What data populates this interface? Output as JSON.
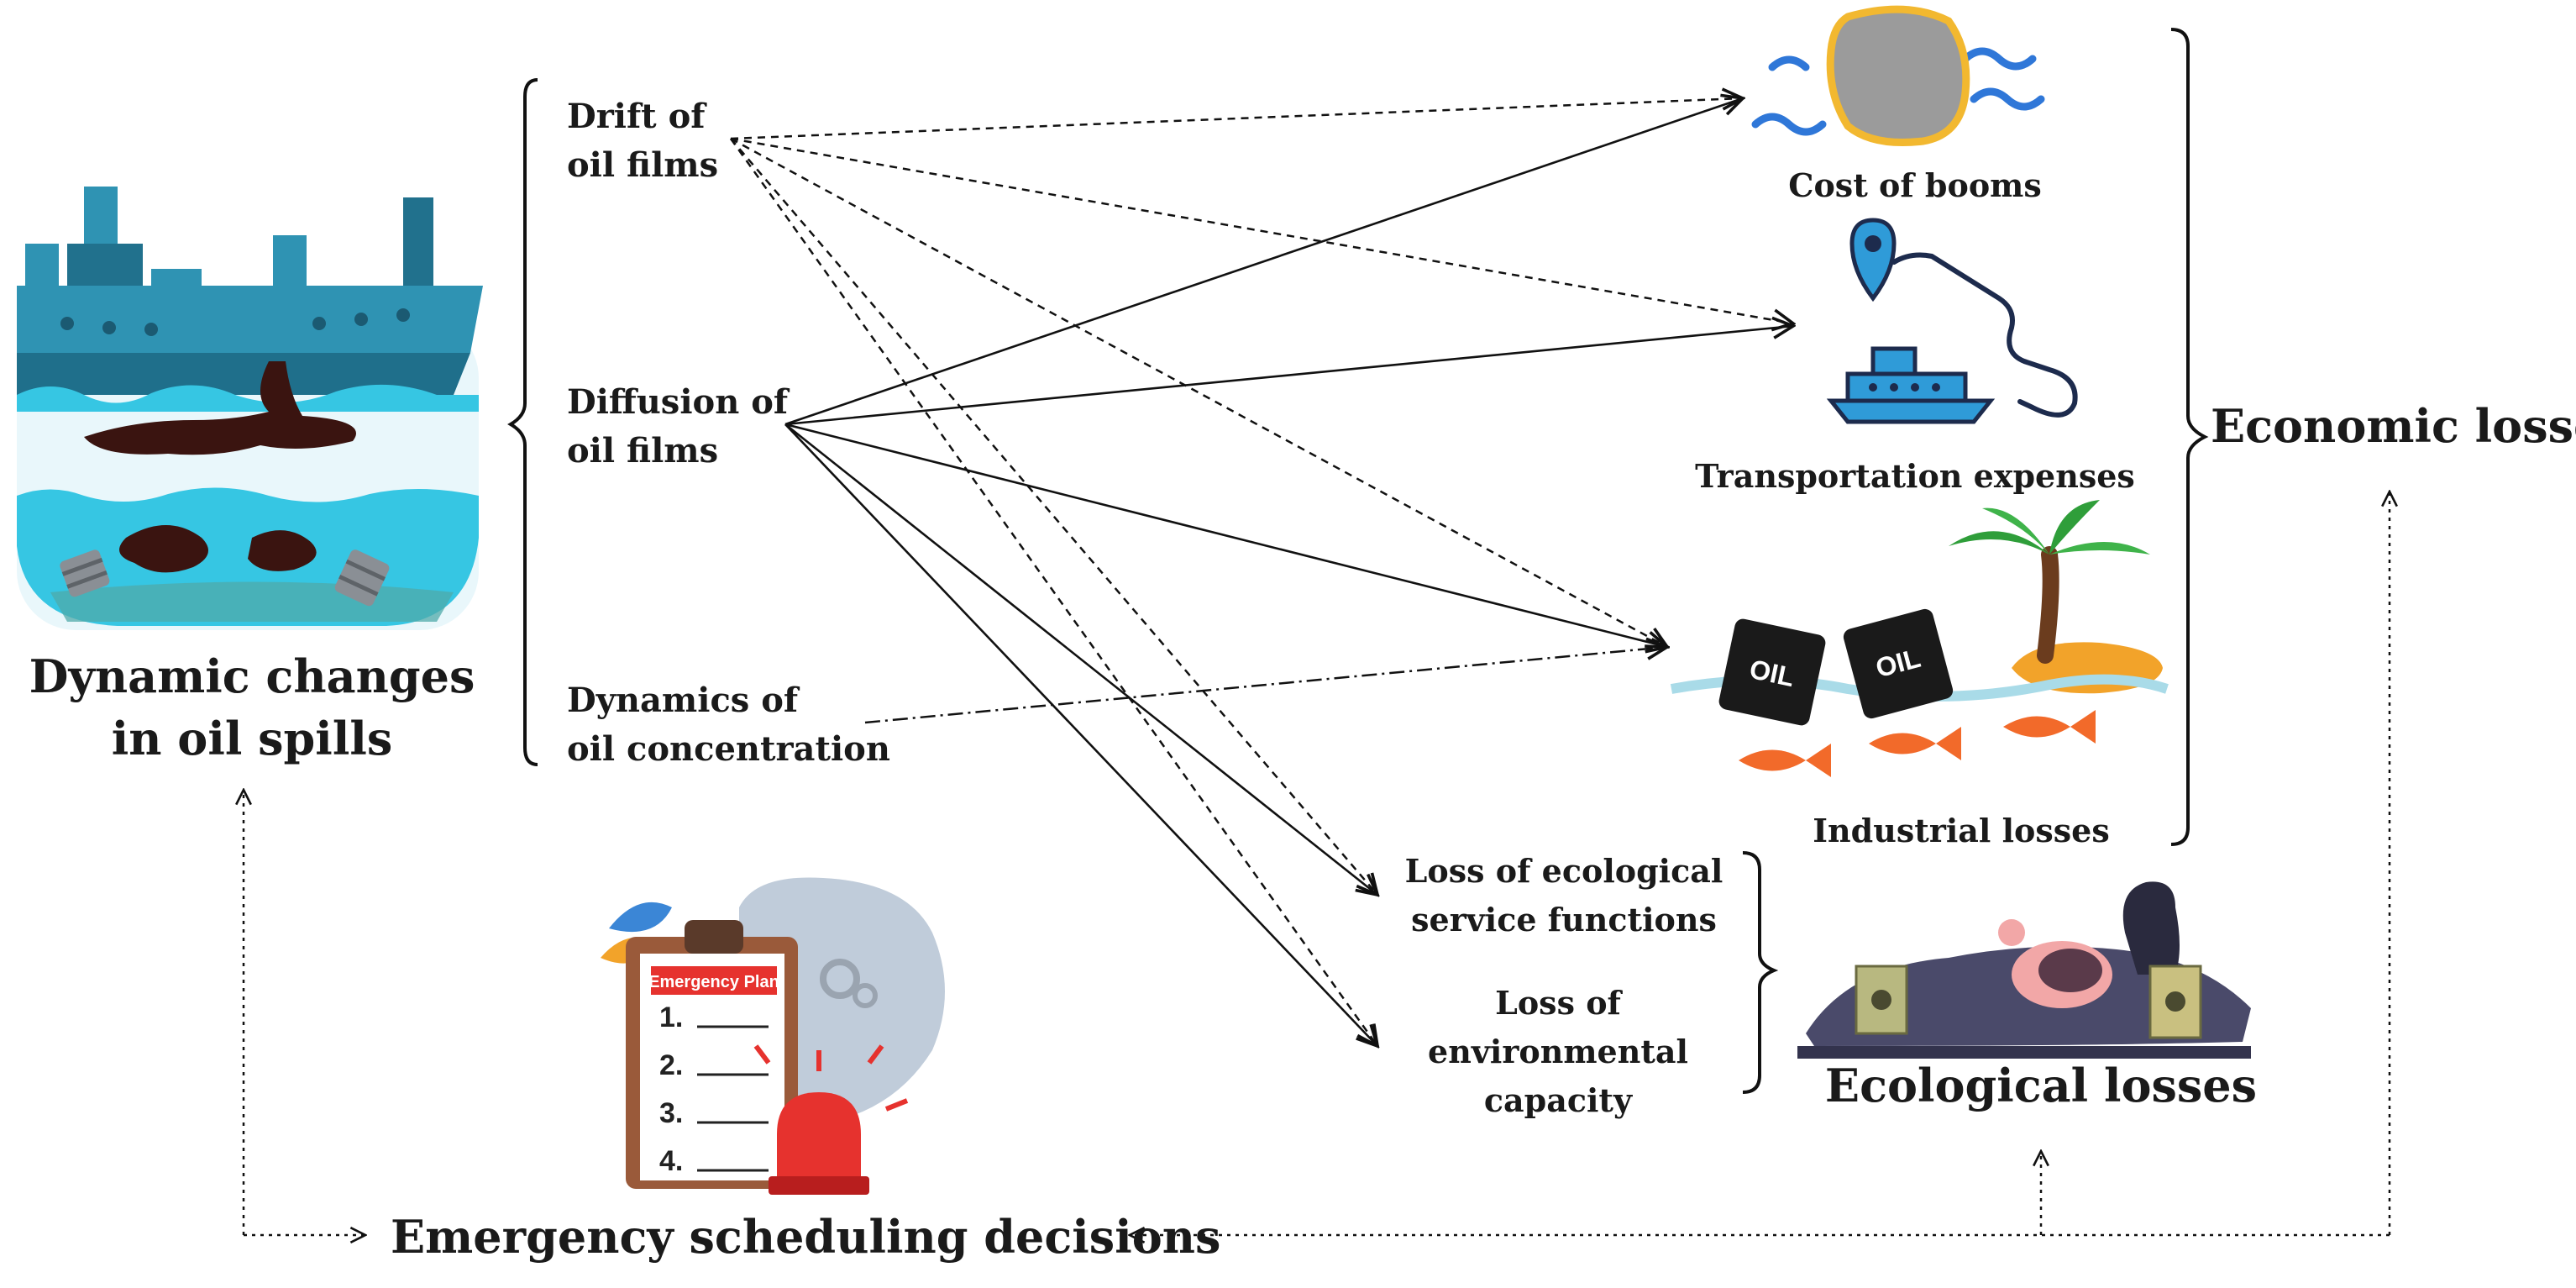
{
  "left_panel": {
    "title_line1": "Dynamic changes",
    "title_line2": "in oil spills"
  },
  "causes": [
    {
      "line1": "Drift of",
      "line2": "oil films"
    },
    {
      "line1": "Diffusion of",
      "line2": "oil films"
    },
    {
      "line1": "Dynamics of",
      "line2": "oil concentration"
    }
  ],
  "economic": {
    "group_label": "Economic losses",
    "items": [
      "Cost of booms",
      "Transportation expenses",
      "Industrial losses"
    ]
  },
  "ecological": {
    "group_label": "Ecological losses",
    "item1_line1": "Loss of ecological",
    "item1_line2": "service functions",
    "item2_line1": "Loss of",
    "item2_line2": "environmental",
    "item2_line3": "capacity"
  },
  "decisions": {
    "label": "Emergency scheduling decisions",
    "plan_title": "Emergency Plan",
    "plan_items": [
      "1.",
      "2.",
      "3.",
      "4."
    ],
    "barrel_text": "OIL"
  },
  "colors": {
    "ship": "#2f93b3",
    "water": "#36c6e3",
    "oil": "#3a1410",
    "fish": "#f26a2a",
    "siren": "#e6322e",
    "boom": "#f2b830",
    "palm": "#2f9e3a"
  }
}
